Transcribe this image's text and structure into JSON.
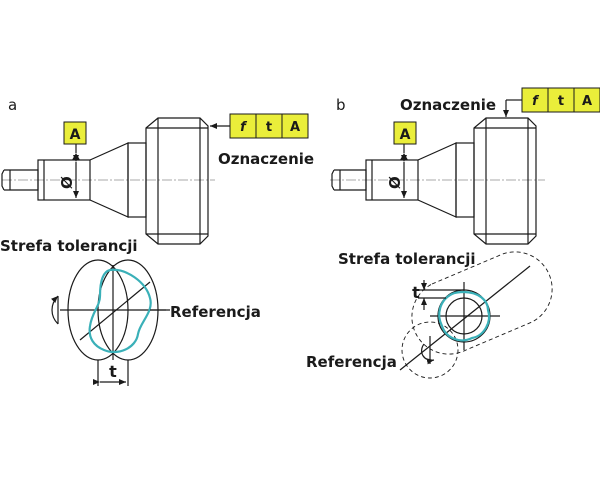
{
  "colors": {
    "frame_fill": "#eaee3a",
    "outline": "#1a1a1a",
    "tolerance_profile": "#3ab0b8"
  },
  "panels": {
    "a": {
      "label": "a",
      "datum_letter": "A",
      "frame": {
        "symbol": "f",
        "value": "t",
        "datum": "A"
      },
      "oznaczenie": "Oznaczenie",
      "strefa": "Strefa tolerancji",
      "referencja": "Referencja",
      "t_label": "t",
      "diameter_symbol": "Ø"
    },
    "b": {
      "label": "b",
      "datum_letter": "A",
      "frame": {
        "symbol": "f",
        "value": "t",
        "datum": "A"
      },
      "oznaczenie": "Oznaczenie",
      "strefa": "Strefa tolerancji",
      "referencja": "Referencja",
      "t_label": "t",
      "diameter_symbol": "Ø"
    }
  }
}
